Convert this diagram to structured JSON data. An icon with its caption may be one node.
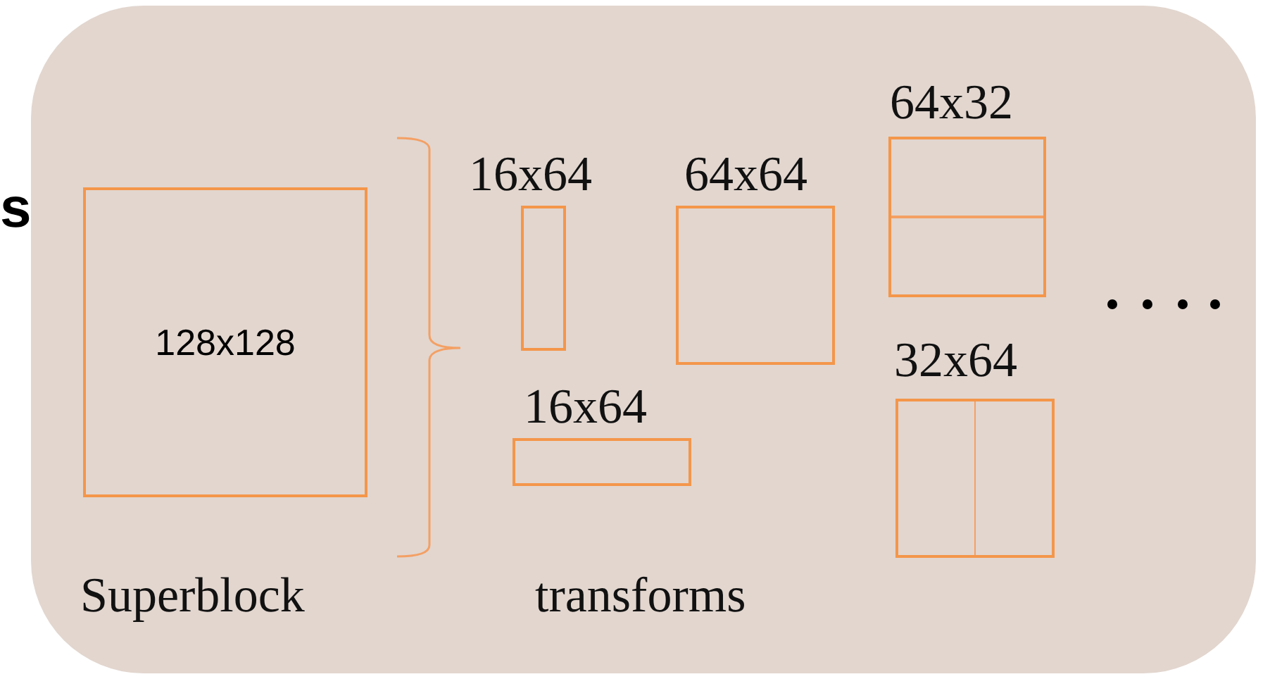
{
  "diagram": {
    "nodes": [
      {
        "text": [],
        "shape": "box"
      },
      {
        "text": [
          "128x128"
        ],
        "beside": [
          "Superblock"
        ],
        "in": 0
      },
      {
        "text": [
          "16x64"
        ],
        "in": 0
      },
      {
        "text": [
          "64x64"
        ],
        "in": 0
      },
      {
        "text": [
          "64x32"
        ],
        "in": 0
      },
      {
        "text": [
          "16x64"
        ],
        "in": 0
      },
      {
        "text": [
          "32x64"
        ],
        "in": 0
      }
    ],
    "labels": [
      "s",
      "transforms"
    ]
  }
}
